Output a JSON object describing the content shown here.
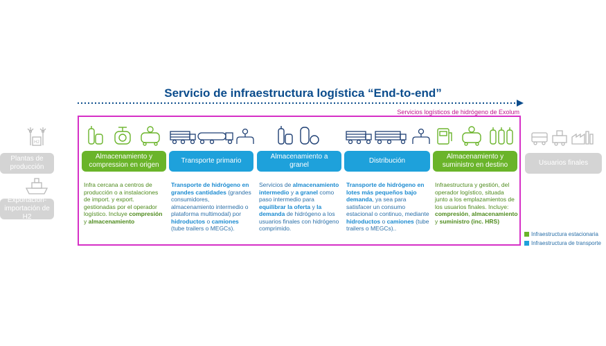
{
  "title": "Servicio de infraestructura logística “End-to-end”",
  "frame_label": "Servicios logísticos de hidrógeno de Exolum",
  "colors": {
    "green": "#6ab42a",
    "blue": "#1ea1db",
    "gray": "#d4d4d4",
    "magenta": "#d62fc6",
    "navy": "#0b4c8c"
  },
  "left": {
    "top_label": "Plantas de producción",
    "bottom_label": "Exportación-importación de H2"
  },
  "right": {
    "label": "Usuarios finales"
  },
  "stages": [
    {
      "label": "Almacenamiento y compression en origen",
      "type": "green",
      "icons": [
        "storage-tank-icon",
        "hydrogen-tank-icon",
        "compressor-icon"
      ],
      "desc": [
        {
          "t": "Infra cercana a centros de producción o a instalaciones de import. y export. gestionadas por el operador logístico. Incluye ",
          "b": false
        },
        {
          "t": "compresión",
          "b": true
        },
        {
          "t": " y ",
          "b": false
        },
        {
          "t": "almacenamiento",
          "b": true
        }
      ]
    },
    {
      "label": "Transporte primario",
      "type": "blue",
      "icons": [
        "tube-trailer-icon",
        "truck-icon",
        "pipeline-valve-icon"
      ],
      "desc": [
        {
          "t": "Transporte de hidrógeno en grandes cantidades",
          "b": true
        },
        {
          "t": " (grandes consumidores, almacenamiento intermedio o plataforma multimodal) por ",
          "b": false
        },
        {
          "t": "hidroductos",
          "b": true
        },
        {
          "t": " o ",
          "b": false
        },
        {
          "t": "camiones",
          "b": true
        },
        {
          "t": " (tube trailers o MEGCs).",
          "b": false
        }
      ]
    },
    {
      "label": "Almacenamiento a granel",
      "type": "blue",
      "icons": [
        "storage-tank-icon",
        "hydrogen-storage-icon"
      ],
      "desc": [
        {
          "t": "Servicios de ",
          "b": false
        },
        {
          "t": "almacenamiento intermedio",
          "b": true
        },
        {
          "t": " y ",
          "b": false
        },
        {
          "t": "a granel",
          "b": true
        },
        {
          "t": " como paso intermedio para ",
          "b": false
        },
        {
          "t": "equilibrar la oferta",
          "b": true
        },
        {
          "t": " y ",
          "b": false
        },
        {
          "t": "la demanda",
          "b": true
        },
        {
          "t": " de hidrógeno a los usuarios finales con hidrógeno comprimido.",
          "b": false
        }
      ]
    },
    {
      "label": "Distribución",
      "type": "blue",
      "icons": [
        "tube-trailer-icon",
        "pipeline-valve-icon"
      ],
      "desc": [
        {
          "t": "Transporte de hidrógeno en lotes más pequeños bajo demanda",
          "b": true
        },
        {
          "t": ", ya sea para satisfacer un consumo estacional o continuo, mediante ",
          "b": false
        },
        {
          "t": "hidroductos",
          "b": true
        },
        {
          "t": " o ",
          "b": false
        },
        {
          "t": "camiones",
          "b": true
        },
        {
          "t": " (tube trailers o MEGCs)..",
          "b": false
        }
      ]
    },
    {
      "label": "Almacenamiento y suministro en destino",
      "type": "green",
      "icons": [
        "fuel-dispenser-icon",
        "compressor-icon",
        "gas-cylinders-icon"
      ],
      "desc": [
        {
          "t": "Infraestructura y gestión, del operador logístico, situada junto a los emplazamientos de los usuarios finales. Incluye: ",
          "b": false
        },
        {
          "t": "compresión",
          "b": true
        },
        {
          "t": ", ",
          "b": false
        },
        {
          "t": "almacenamiento",
          "b": true
        },
        {
          "t": " y ",
          "b": false
        },
        {
          "t": "suministro (inc. HRS)",
          "b": true
        }
      ]
    }
  ],
  "legend": [
    {
      "label": "Infraestructura estacionaria",
      "color": "#6ab42a"
    },
    {
      "label": "Infraestructura de transporte",
      "color": "#1ea1db"
    }
  ]
}
